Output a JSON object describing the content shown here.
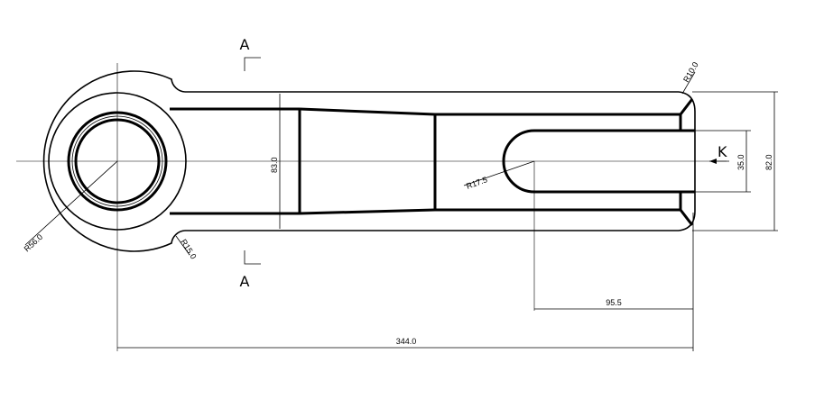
{
  "section_marks": {
    "top": "A",
    "bottom": "A"
  },
  "view_label": "K",
  "dimensions": {
    "r56": "R56.0",
    "r15": "R15.0",
    "r10": "R10.0",
    "r17_5": "R17.5",
    "h83": "83.0",
    "h82": "82.0",
    "h35": "35.0",
    "l95_5": "95.5",
    "l344": "344.0"
  }
}
